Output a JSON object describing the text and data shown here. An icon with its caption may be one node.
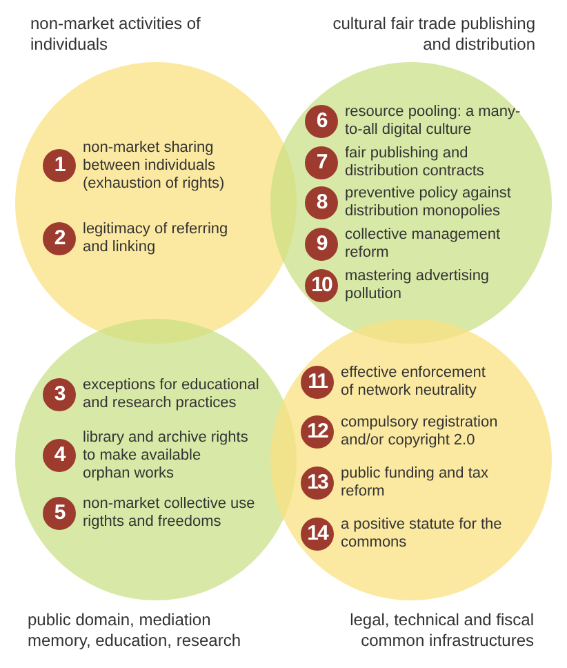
{
  "diagram": {
    "nodes": [
      {
        "text": [
          "non-market activities of individuals"
        ]
      },
      {
        "text": [
          "1"
        ],
        "beside": [
          "non-market sharing between individuals (exhaustion of rights)"
        ],
        "in": 0
      },
      {
        "text": [
          "2"
        ],
        "beside": [
          "legitimacy of referring and linking"
        ],
        "in": 0
      },
      {
        "text": [
          "cultural fair trade publishing and distribution"
        ]
      },
      {
        "text": [
          "6"
        ],
        "beside": [
          "resource pooling: a many- to-all digital culture"
        ],
        "in": 3
      },
      {
        "text": [
          "7"
        ],
        "beside": [
          "fair publishing and distribution contracts"
        ],
        "in": 3
      },
      {
        "text": [
          "8"
        ],
        "beside": [
          "preventive policy against distribution monopolies"
        ],
        "in": 3
      },
      {
        "text": [
          "9"
        ],
        "beside": [
          "collective management reform"
        ],
        "in": 3
      },
      {
        "text": [
          "10"
        ],
        "beside": [
          "mastering advertising pollution"
        ],
        "in": 3
      },
      {
        "text": [
          "public domain, mediation memory, education, research"
        ]
      },
      {
        "text": [
          "3"
        ],
        "beside": [
          "exceptions for educational and research practices"
        ],
        "in": 9
      },
      {
        "text": [
          "4"
        ],
        "beside": [
          "library and archive rights to make available orphan works"
        ],
        "in": 9
      },
      {
        "text": [
          "5"
        ],
        "beside": [
          "non-market collective use rigthts and freedoms"
        ],
        "in": 9
      },
      {
        "text": [
          "legal, technical and fiscal common infrastructures"
        ]
      },
      {
        "text": [
          "11"
        ],
        "beside": [
          "effective enforcement of network neutrality"
        ],
        "in": 13
      },
      {
        "text": [
          "12"
        ],
        "beside": [
          "compulsory registration and/or copyright 2.0"
        ],
        "in": 13
      },
      {
        "text": [
          "13"
        ],
        "beside": [
          "public funding and tax reform"
        ],
        "in": 13
      },
      {
        "text": [
          "14"
        ],
        "beside": [
          "a positive statute for the commons"
        ],
        "in": 13
      }
    ]
  }
}
